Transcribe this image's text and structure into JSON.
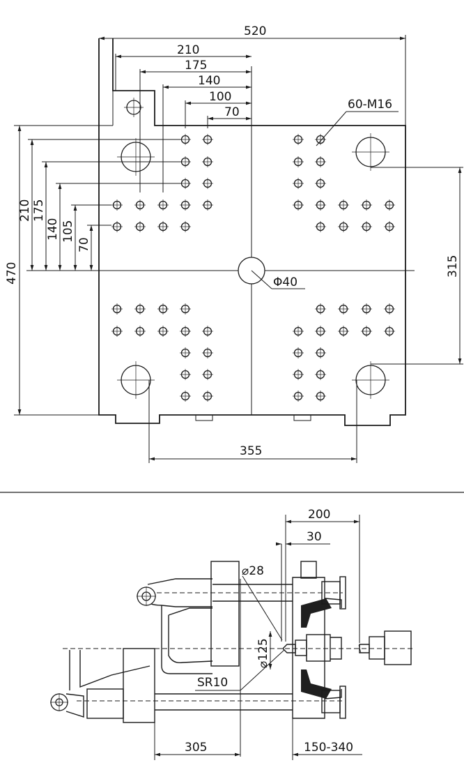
{
  "platen_view": {
    "dims_top": [
      "520",
      "210",
      "175",
      "140",
      "100",
      "70"
    ],
    "dims_left": [
      "470",
      "210",
      "175",
      "140",
      "105",
      "70"
    ],
    "dim_right": "315",
    "dim_bottom": "355",
    "thread_label": "60-M16",
    "center_hole_label": "Φ40"
  },
  "side_view": {
    "dim_200": "200",
    "dim_30": "30",
    "dim_28": "28",
    "dim_125": "125",
    "label_sr10": "SR10",
    "dim_305": "305",
    "dim_stroke": "150-340",
    "diameter_symbol": "⌀"
  }
}
